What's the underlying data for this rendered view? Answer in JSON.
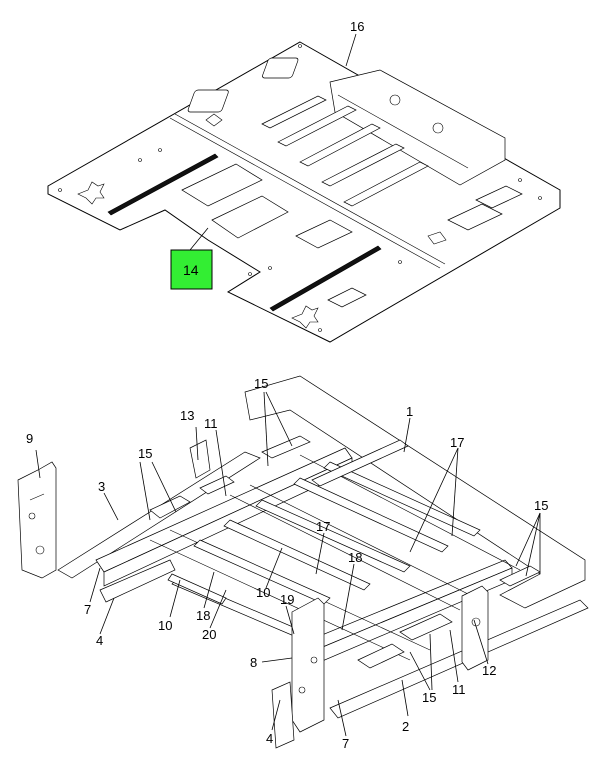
{
  "diagram": {
    "highlight_color": "#33ee33",
    "callouts": {
      "c16": "16",
      "c14": "14",
      "c1": "1",
      "c2": "2",
      "c3": "3",
      "c4a": "4",
      "c4b": "4",
      "c7a": "7",
      "c7b": "7",
      "c8": "8",
      "c9": "9",
      "c10a": "10",
      "c10b": "10",
      "c11a": "11",
      "c11b": "11",
      "c12": "12",
      "c13": "13",
      "c15a": "15",
      "c15b": "15",
      "c15c": "15",
      "c15d": "15",
      "c17a": "17",
      "c17b": "17",
      "c18a": "18",
      "c18b": "18",
      "c19": "19",
      "c20": "20"
    }
  }
}
